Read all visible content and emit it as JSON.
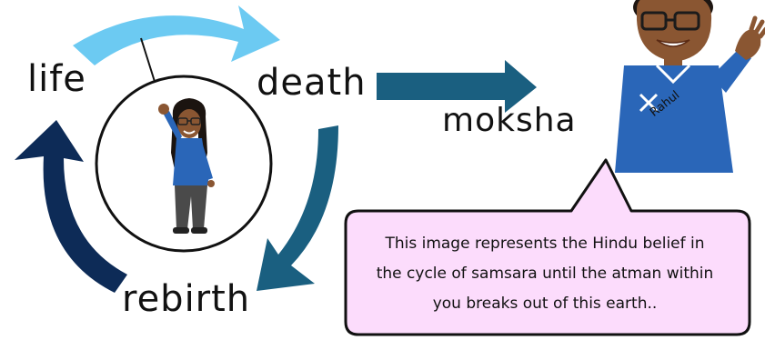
{
  "diagram": {
    "labels": {
      "life": "life",
      "death": "death",
      "moksha": "moksha",
      "rebirth": "rebirth"
    },
    "speech_bubble": {
      "line1": "This image represents the Hindu belief in",
      "line2": "the cycle of samsara until the atman within",
      "line3": "you breaks out of this earth.."
    },
    "avatar_name": "Rahul"
  },
  "colors": {
    "arrow_light": "#6ccaf2",
    "arrow_teal": "#1a5f80",
    "arrow_navy": "#0d2b57",
    "bubble_fill": "#fcdcfc",
    "shirt": "#2a66b8"
  },
  "icons": [
    "cycle-arrows",
    "girl-avatar",
    "boy-avatar",
    "speech-bubble"
  ]
}
